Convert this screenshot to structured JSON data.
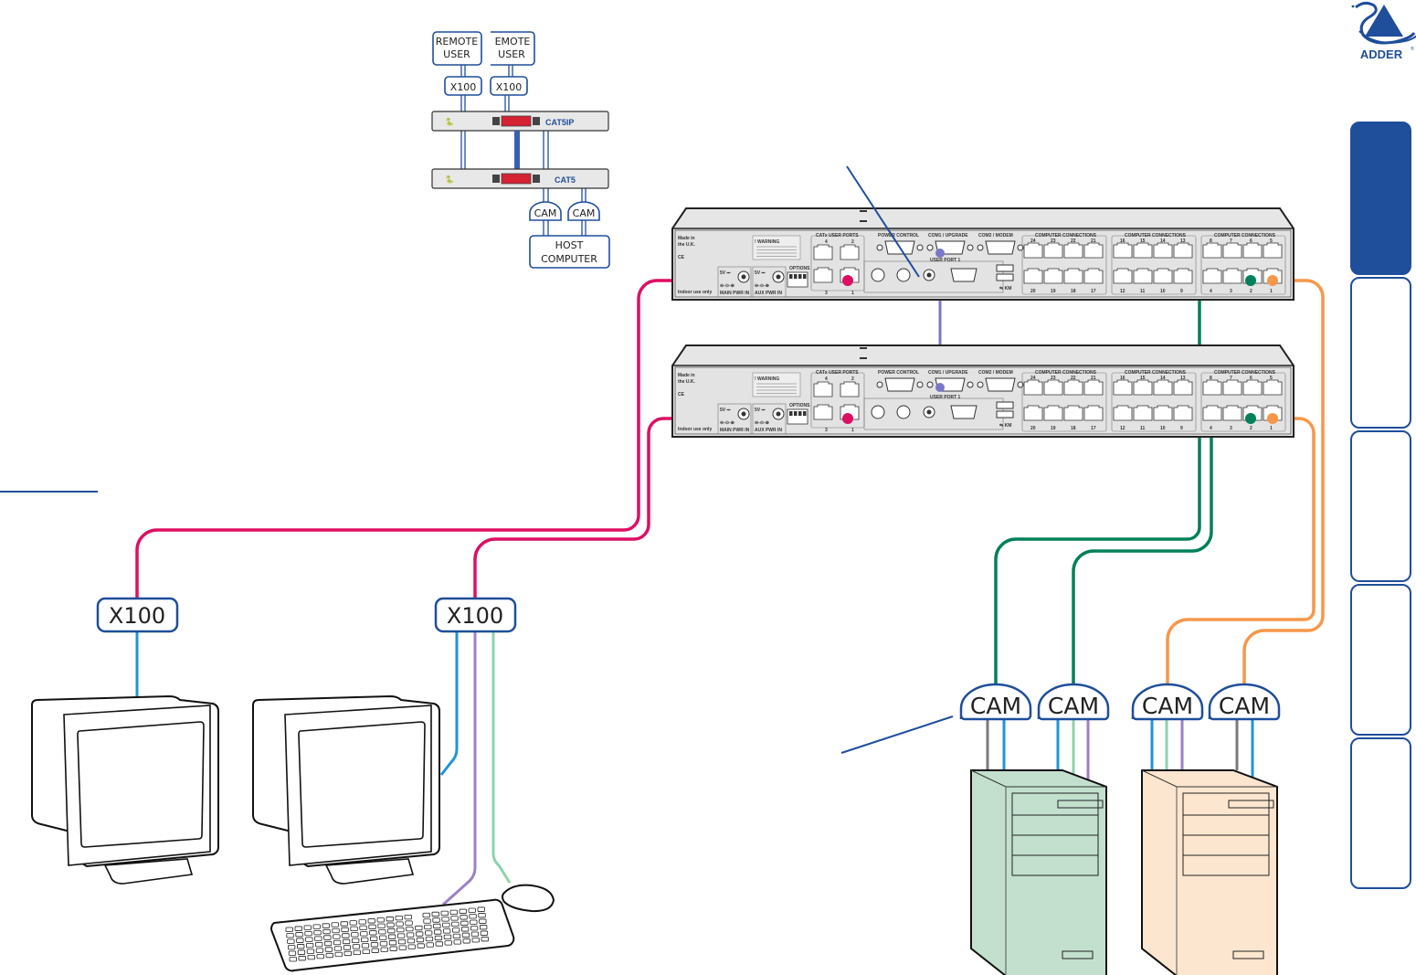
{
  "brand": {
    "logo_text": "ADDER",
    "registered_mark": "®"
  },
  "colors": {
    "outline_blue": "#1f4e9a",
    "link_magenta": "#dd0f62",
    "link_green": "#00805a",
    "link_orange": "#f7974a",
    "video_blue": "#1e95d8",
    "keyboard_purple": "#9b80c8",
    "mouse_green": "#8dd3ac",
    "audio_grey": "#7a7a7a",
    "daisychain_violet": "#7b77c6",
    "computer_green": "#c2e0cd",
    "computer_peach": "#fde6cf",
    "unit_grey": "#e6e6e6"
  },
  "inset_diagram": {
    "remote_users": [
      "REMOTE\nUSER",
      "EMOTE\nUSER"
    ],
    "remote_user_lines": [
      [
        "REMOTE",
        "USER"
      ],
      [
        "EMOTE",
        "USER"
      ]
    ],
    "x100_labels": [
      "X100",
      "X100"
    ],
    "top_unit_brand": "CAT5IP",
    "bottom_unit_brand": "CAT5",
    "cam_labels": [
      "CAM",
      "CAM"
    ],
    "host_lines": [
      "HOST",
      "COMPUTER"
    ]
  },
  "units": [
    {
      "name": "upper-kvm-switch",
      "made_in": [
        "Made in",
        "the U.K."
      ],
      "ce_mark": "CE",
      "indoor": "Indoor use only",
      "warning_title": "! WARNING",
      "user_ports_label": "CATx USER PORTS",
      "user_port_numbers": [
        "4",
        "2",
        "3",
        "1"
      ],
      "power_control": "POWER CONTROL",
      "com1": "COM1 / UPGRADE",
      "com2": "COM2 / MODEM",
      "user_port_1": "USER PORT 1",
      "psu_labels": [
        "MAIN PWR IN",
        "AUX PWR IN"
      ],
      "options": "OPTIONS",
      "km_label": "KM",
      "computer_connections_label": "COMPUTER CONNECTIONS",
      "port_groups": [
        {
          "top": [
            "24",
            "23",
            "22",
            "21"
          ],
          "bottom": [
            "20",
            "19",
            "18",
            "17"
          ]
        },
        {
          "top": [
            "16",
            "15",
            "14",
            "13"
          ],
          "bottom": [
            "12",
            "11",
            "10",
            "9"
          ]
        },
        {
          "top": [
            "8",
            "7",
            "6",
            "5"
          ],
          "bottom": [
            "4",
            "3",
            "2",
            "1"
          ]
        }
      ]
    },
    {
      "name": "lower-kvm-switch",
      "made_in": [
        "Made in",
        "the U.K."
      ],
      "ce_mark": "CE",
      "indoor": "Indoor use only",
      "warning_title": "! WARNING",
      "user_ports_label": "CATx USER PORTS",
      "user_port_numbers": [
        "4",
        "2",
        "3",
        "1"
      ],
      "power_control": "POWER CONTROL",
      "com1": "COM1 / UPGRADE",
      "com2": "COM2 / MODEM",
      "user_port_1": "USER PORT 1",
      "psu_labels": [
        "MAIN PWR IN",
        "AUX PWR IN"
      ],
      "options": "OPTIONS",
      "km_label": "KM",
      "computer_connections_label": "COMPUTER CONNECTIONS",
      "port_groups": [
        {
          "top": [
            "24",
            "23",
            "22",
            "21"
          ],
          "bottom": [
            "20",
            "19",
            "18",
            "17"
          ]
        },
        {
          "top": [
            "16",
            "15",
            "14",
            "13"
          ],
          "bottom": [
            "12",
            "11",
            "10",
            "9"
          ]
        },
        {
          "top": [
            "8",
            "7",
            "6",
            "5"
          ],
          "bottom": [
            "4",
            "3",
            "2",
            "1"
          ]
        }
      ]
    }
  ],
  "main_diagram": {
    "x100_labels": [
      "X100",
      "X100"
    ],
    "cam_labels": [
      "CAM",
      "CAM",
      "CAM",
      "CAM"
    ]
  },
  "side_tabs": [
    {
      "label": "",
      "active": true
    },
    {
      "label": "",
      "active": false
    },
    {
      "label": "",
      "active": false
    },
    {
      "label": "",
      "active": false
    },
    {
      "label": "",
      "active": false
    }
  ]
}
